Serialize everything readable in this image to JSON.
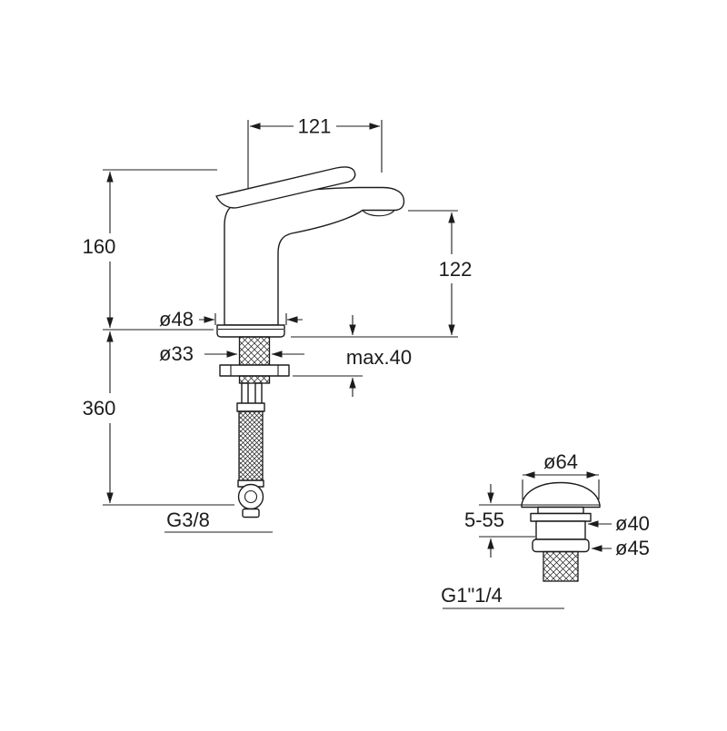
{
  "drawing": {
    "background": "#ffffff",
    "line_color": "#1c1c1c",
    "labels": {
      "spout_reach": "121",
      "height_to_top": "160",
      "spout_height": "122",
      "base_diameter": "ø48",
      "shank_diameter": "ø33",
      "max_mounting_thickness": "max.40",
      "total_height": "360",
      "supply_thread": "G3/8",
      "waste_cap_diameter": "ø64",
      "waste_clamp_range": "5-55",
      "waste_neck_diameter": "ø40",
      "waste_flange_diameter": "ø45",
      "waste_thread": "G1\"1/4"
    }
  }
}
